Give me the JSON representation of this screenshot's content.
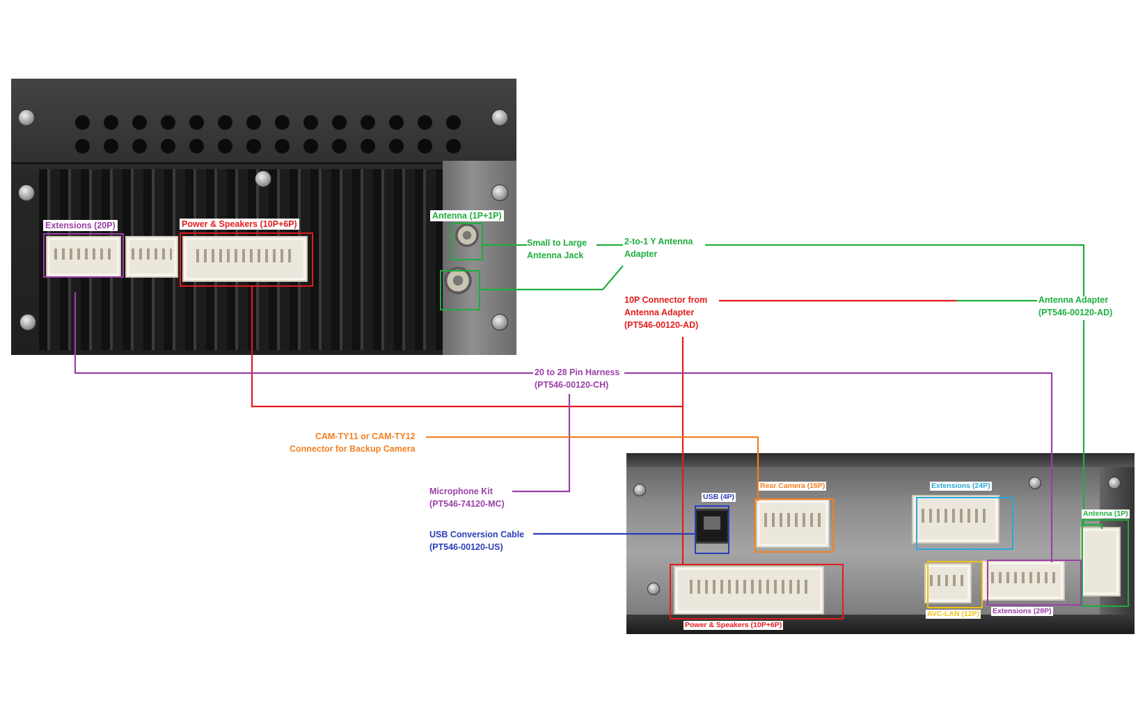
{
  "colors": {
    "purple": "#9b3fa8",
    "red": "#e31c1c",
    "green": "#1fae3e",
    "orange": "#f57f20",
    "blue": "#2b3db8",
    "cyan": "#2aa7d8",
    "gold": "#f2c20e"
  },
  "unit_a_labels": {
    "extensions": "Extensions (20P)",
    "power": "Power & Speakers (10P+6P)",
    "antenna": "Antenna (1P+1P)"
  },
  "unit_b_labels": {
    "usb": "USB (4P)",
    "rear_camera": "Rear Camera (16P)",
    "extensions24": "Extensions (24P)",
    "antenna1": "Antenna (1P)",
    "avc_lan": "AVC-LAN (12P)",
    "extensions28": "Extensions (28P)",
    "power": "Power & Speakers (10P+6P)"
  },
  "callouts": {
    "small_to_large": "Small to Large\nAntenna Jack",
    "y_adapter": "2-to-1 Y Antenna\nAdapter",
    "p10_connector": "10P Connector from\nAntenna Adapter\n(PT546-00120-AD)",
    "antenna_adapter": "Antenna Adapter\n(PT546-00120-AD)",
    "harness": "20 to 28 Pin Harness\n(PT546-00120-CH)",
    "camera": "CAM-TY11 or CAM-TY12\nConnector for Backup Camera",
    "mic": "Microphone Kit\n(PT546-74120-MC)",
    "usb_cable": "USB Conversion Cable\n(PT546-00120-US)"
  }
}
